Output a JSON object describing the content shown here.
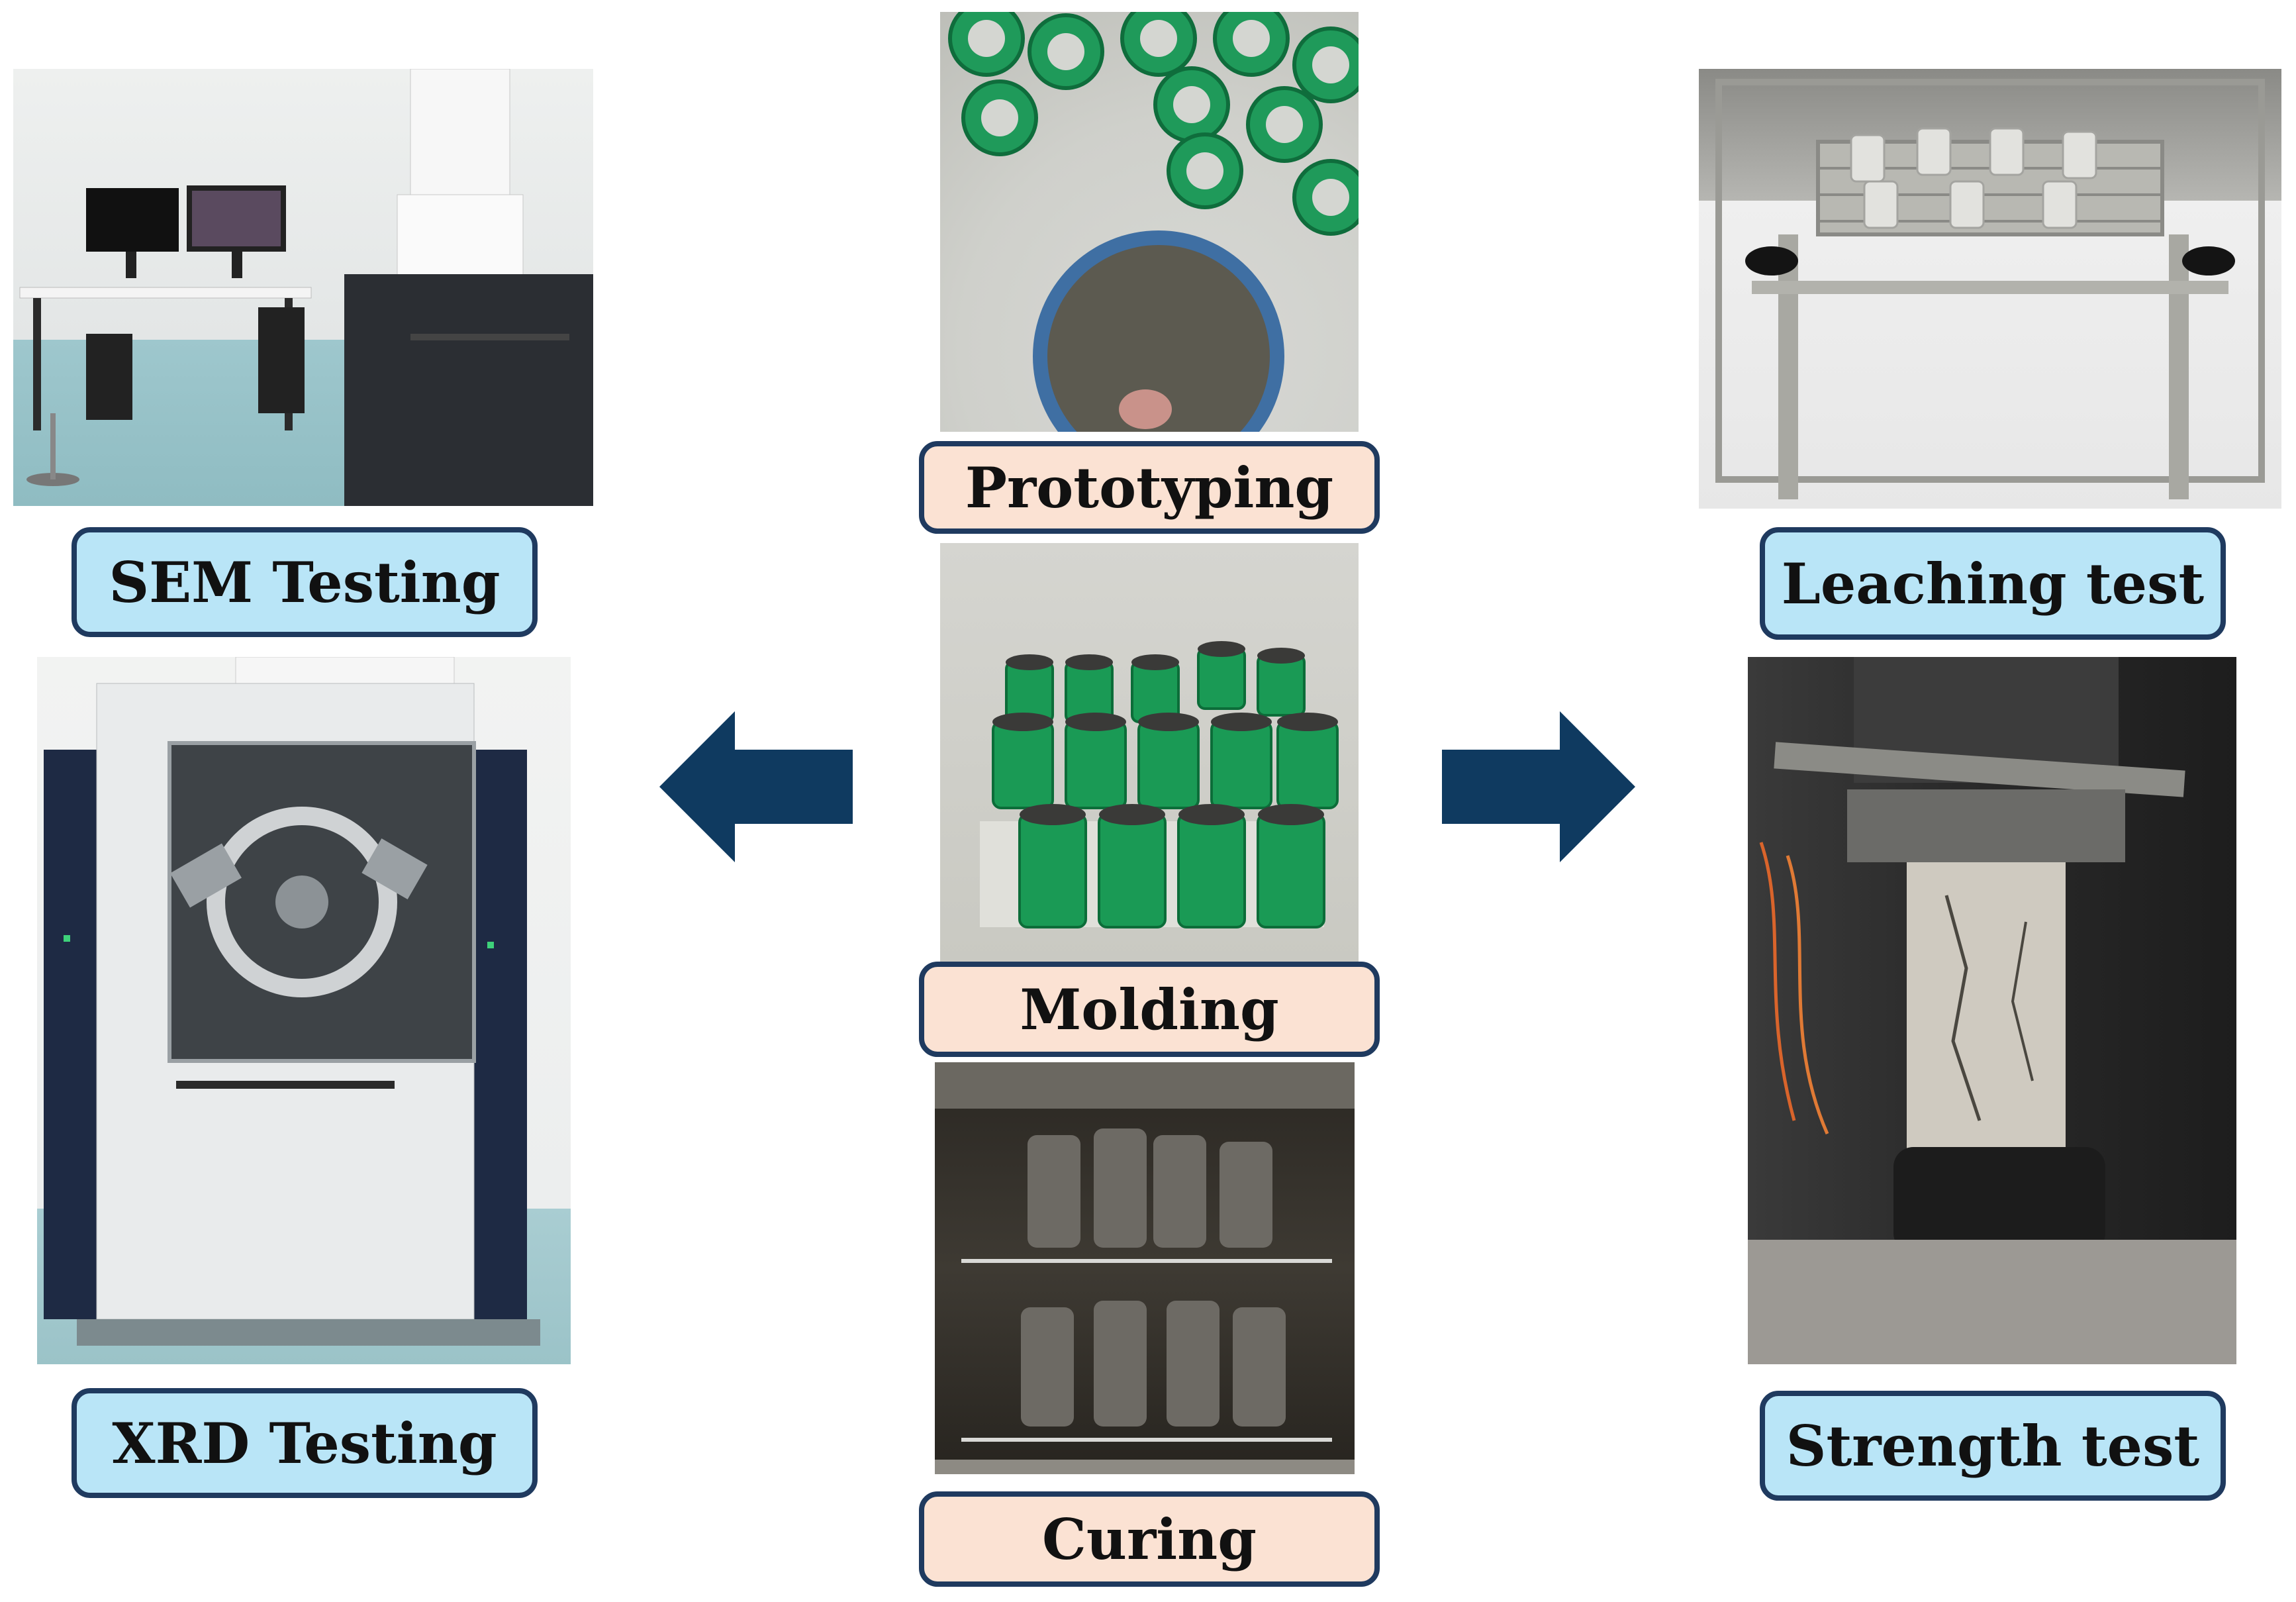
{
  "labels": {
    "sem": "SEM Testing",
    "xrd": "XRD Testing",
    "prototyping": "Prototyping",
    "molding": "Molding",
    "curing": "Curing",
    "leaching": "Leaching test",
    "strength": "Strength test"
  },
  "photos": {
    "sem": "sem-instrument-photo",
    "xrd": "xrd-instrument-photo",
    "prototyping": "mixing-bowl-photo",
    "molding": "green-molds-photo",
    "curing": "curing-chamber-photo",
    "leaching": "leaching-bath-photo",
    "strength": "compression-press-photo"
  },
  "colors": {
    "label_blue": "#b9e5f7",
    "label_peach": "#fbe2d3",
    "border": "#1f3a5f",
    "arrow": "#0f3a60"
  },
  "icons": {
    "left_arrow": "arrow-left-icon",
    "right_arrow": "arrow-right-icon"
  }
}
